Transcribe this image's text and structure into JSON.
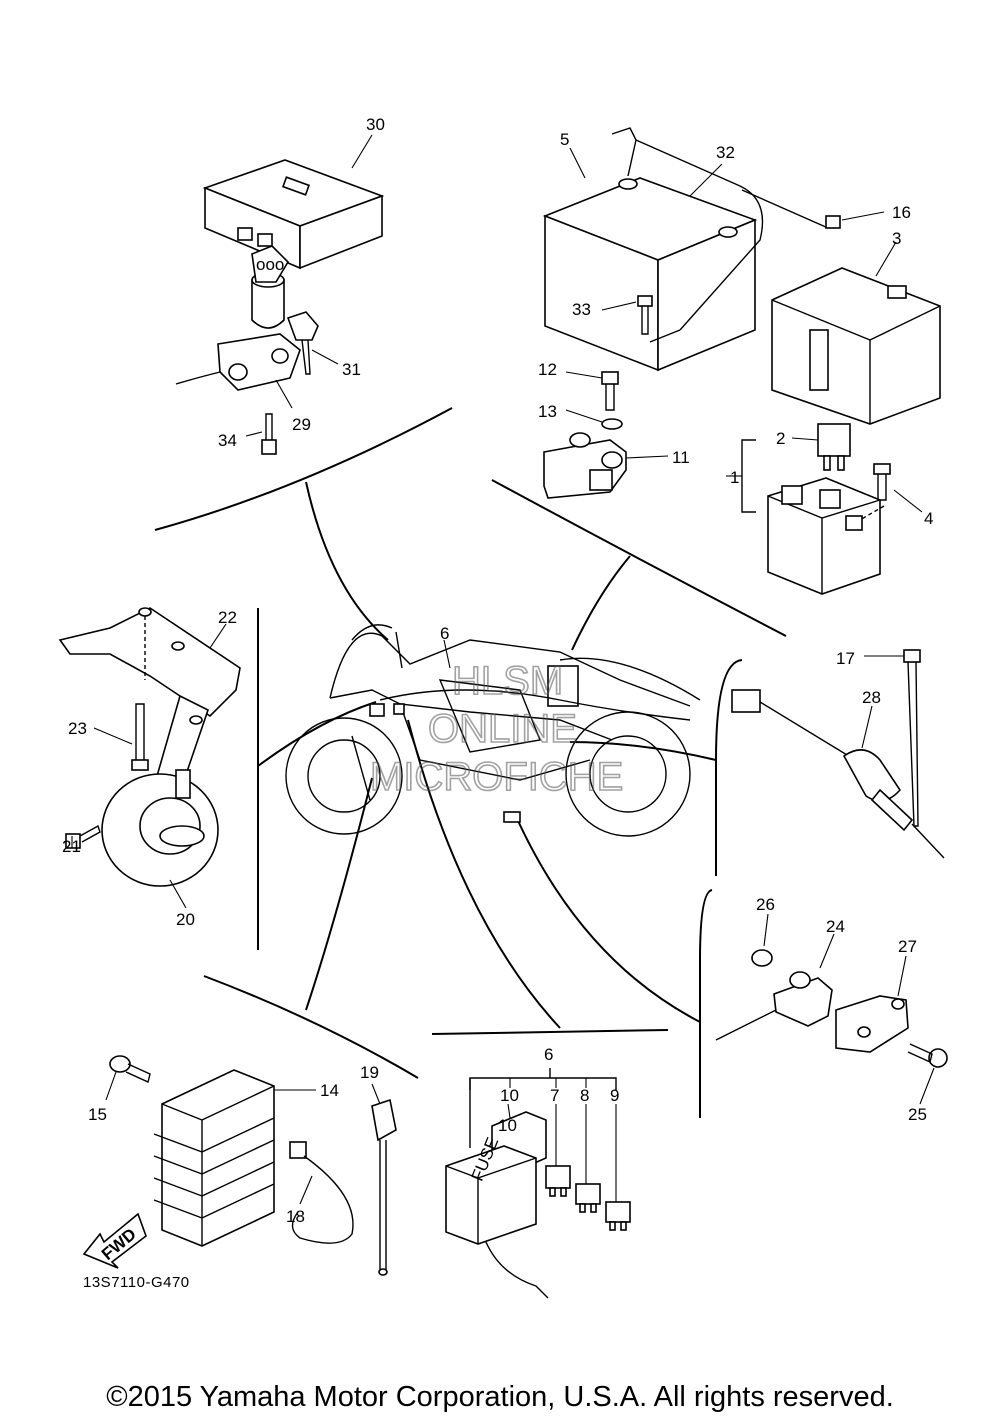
{
  "callouts": {
    "p1": "1",
    "p2": "2",
    "p3": "3",
    "p4": "4",
    "p5": "5",
    "p6a": "6",
    "p6b": "6",
    "p7": "7",
    "p8": "8",
    "p9": "9",
    "p10a": "10",
    "p10b": "10",
    "p11": "11",
    "p12": "12",
    "p13": "13",
    "p14": "14",
    "p15": "15",
    "p16": "16",
    "p17": "17",
    "p18": "18",
    "p19": "19",
    "p20": "20",
    "p21": "21",
    "p22": "22",
    "p23": "23",
    "p24": "24",
    "p25": "25",
    "p26": "26",
    "p27": "27",
    "p28": "28",
    "p29": "29",
    "p30": "30",
    "p31": "31",
    "p32": "32",
    "p33": "33",
    "p34": "34"
  },
  "fuse_label": "FUSE",
  "fwd_label": "FWD",
  "watermark": {
    "line1": "HLSM",
    "line2": "ONLINE",
    "line3": "MICROFICHE"
  },
  "diagram_code": "13S7110-G470",
  "copyright": "©2015 Yamaha Motor Corporation, U.S.A. All rights reserved."
}
